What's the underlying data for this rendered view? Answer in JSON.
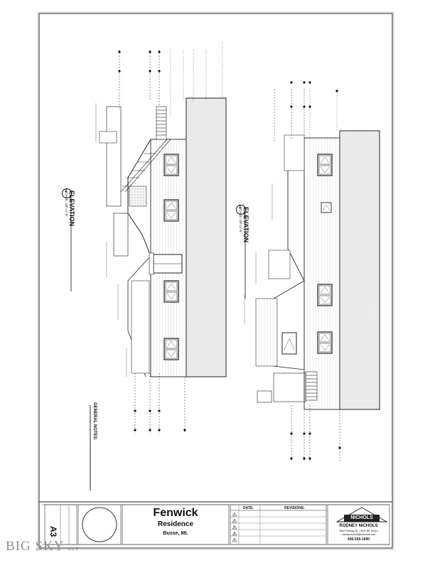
{
  "drawing": {
    "elevation_1": {
      "number": "1",
      "title": "ELEVATION",
      "scale": "SCALE: 1/8\"=1'-0\""
    },
    "elevation_2": {
      "number": "2",
      "title": "ELEVATION",
      "scale": "SCALE: 1/8\"=1'-0\""
    },
    "general_notes": "GENERAL NOTES:"
  },
  "title_block": {
    "project_name": "Fenwick",
    "project_type": "Residence",
    "location": "Busse, Mt.",
    "sheet_number": "A3",
    "revisions_headers": {
      "date": "DATE:",
      "revisions": "REVISIONS:"
    },
    "revision_marks": [
      "1",
      "2",
      "3",
      "4",
      "5"
    ],
    "designer": {
      "name": "RODNEY NICHOLS",
      "address": "2849 Fairway Dr. • Belt, MT 59412",
      "email": "rodney.nichols@mtbuilds.com",
      "phone": "406-565-1690",
      "logo_text": "NICHOLS"
    }
  },
  "watermark": {
    "text": "BIG SKY",
    "suffix": "MLS"
  }
}
